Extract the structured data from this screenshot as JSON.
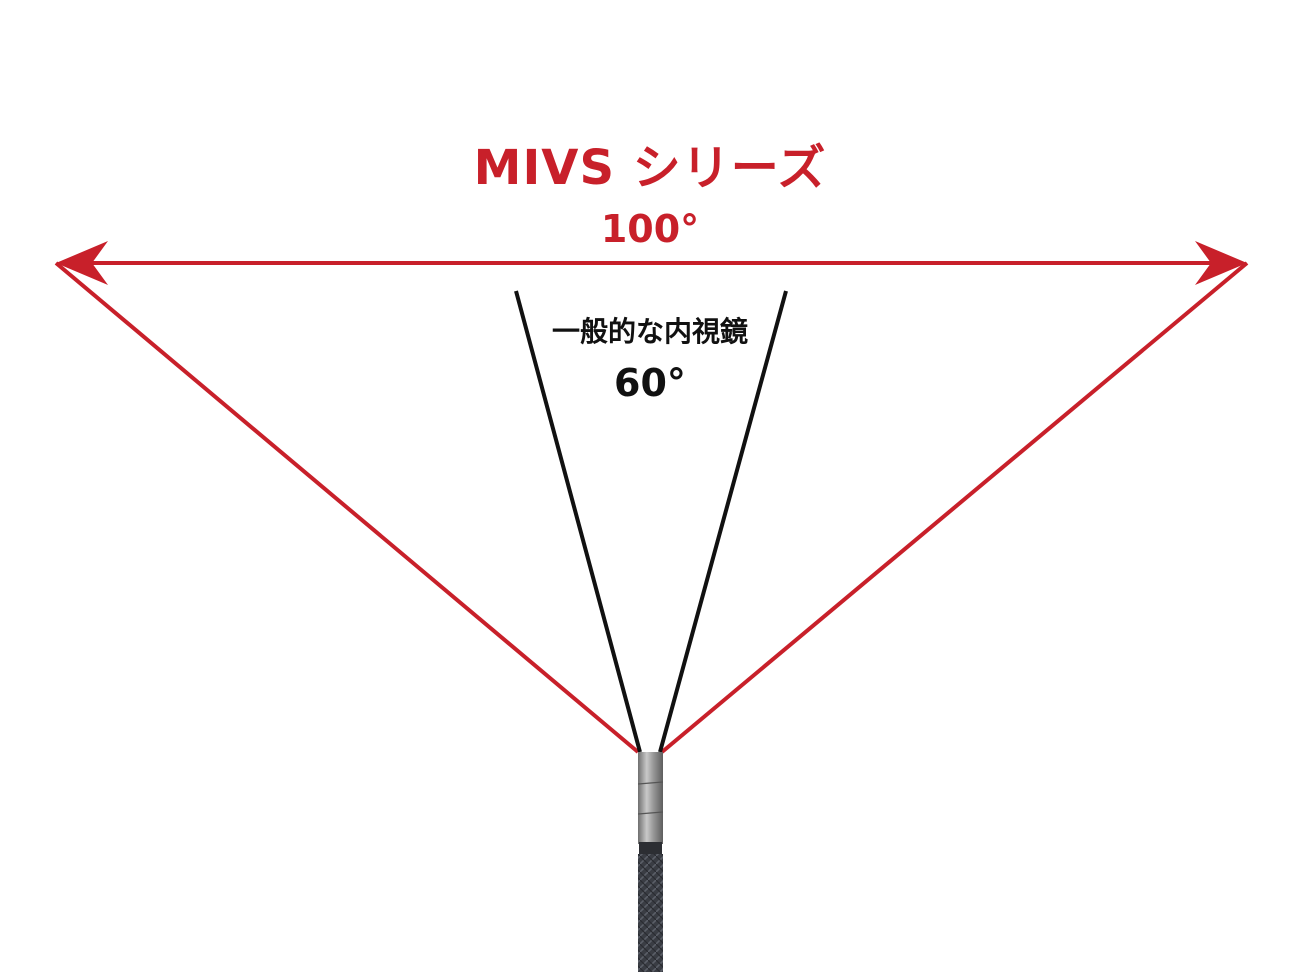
{
  "colors": {
    "wide_fov": "#c8202a",
    "standard_fov": "#111111",
    "probe_tip": "#8a8a8a",
    "probe_cable": "#3a3d44"
  },
  "labels": {
    "mivs_series": "MIVS シリーズ",
    "mivs_angle": "100°",
    "standard_endoscope": "一般的な内視鏡",
    "standard_angle": "60°"
  }
}
